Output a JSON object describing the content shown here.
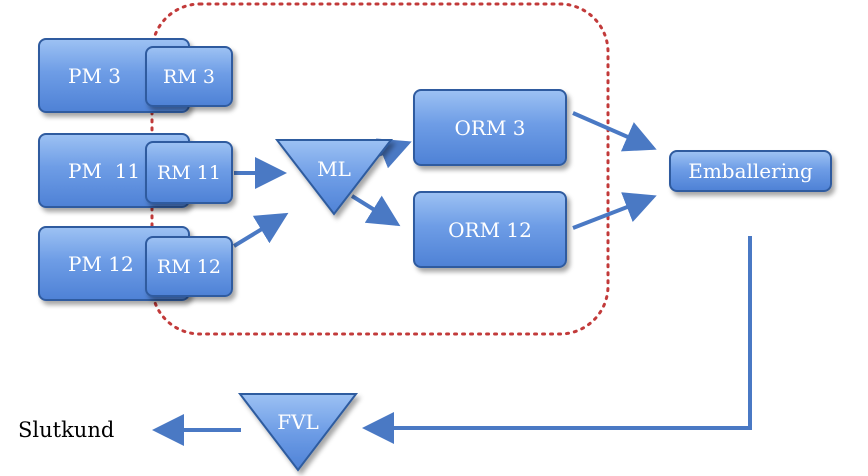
{
  "nodes": {
    "pm3": "PM 3",
    "rm3": "RM 3",
    "pm11": "PM  11",
    "rm11": "RM 11",
    "pm12": "PM 12",
    "rm12": "RM 12",
    "ml": "ML",
    "orm3": "ORM 3",
    "orm12": "ORM 12",
    "emballering": "Emballering",
    "fvl": "FVL",
    "slutkund": "Slutkund"
  },
  "colors": {
    "box_fill": "#6e9de6",
    "box_border": "#2f5b9f",
    "arrow": "#4a79c4",
    "dotted_boundary": "#c23a3a"
  }
}
